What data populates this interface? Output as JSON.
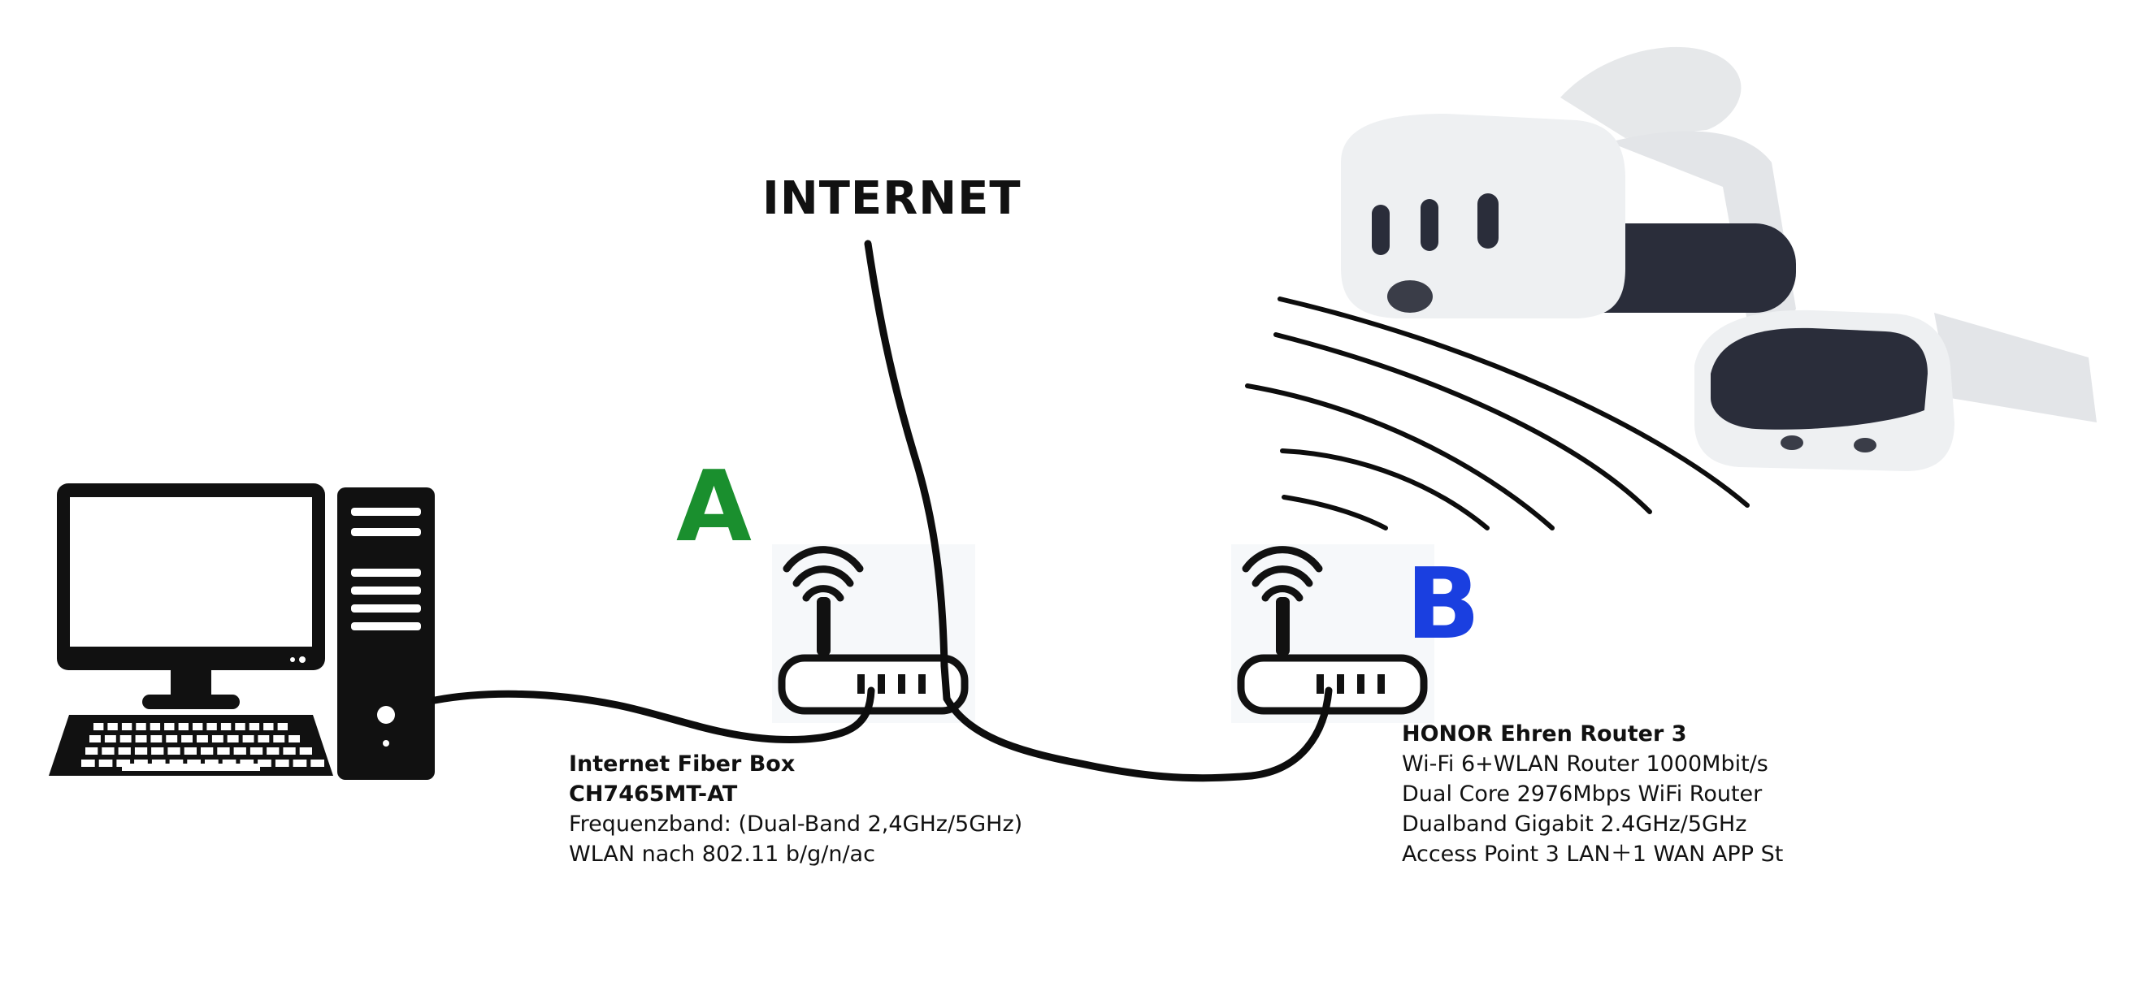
{
  "title": "INTERNET",
  "labels": {
    "a": "A",
    "b": "B"
  },
  "colors": {
    "a": "#1a8f2e",
    "b": "#1a3fe0",
    "cable": "#0d0d0d",
    "vr_body": "#eef0f2",
    "vr_visor": "#2a2d3a"
  },
  "router_a": {
    "name": "Internet Fiber Box",
    "model": "CH7465MT-AT",
    "line1": "Frequenzband: (Dual-Band 2,4GHz/5GHz)",
    "line2": "WLAN nach 802.11 b/g/n/ac"
  },
  "router_b": {
    "name": "HONOR Ehren Router 3",
    "line1": "Wi-Fi 6+WLAN Router 1000Mbit/s",
    "line2": "Dual Core 2976Mbps WiFi Router",
    "line3": "Dualband Gigabit 2.4GHz/5GHz",
    "line4": "Access Point 3 LAN＋1 WAN APP St"
  },
  "icons": [
    "desktop-computer-icon",
    "router-icon",
    "wifi-icon",
    "vr-headset-icon"
  ]
}
